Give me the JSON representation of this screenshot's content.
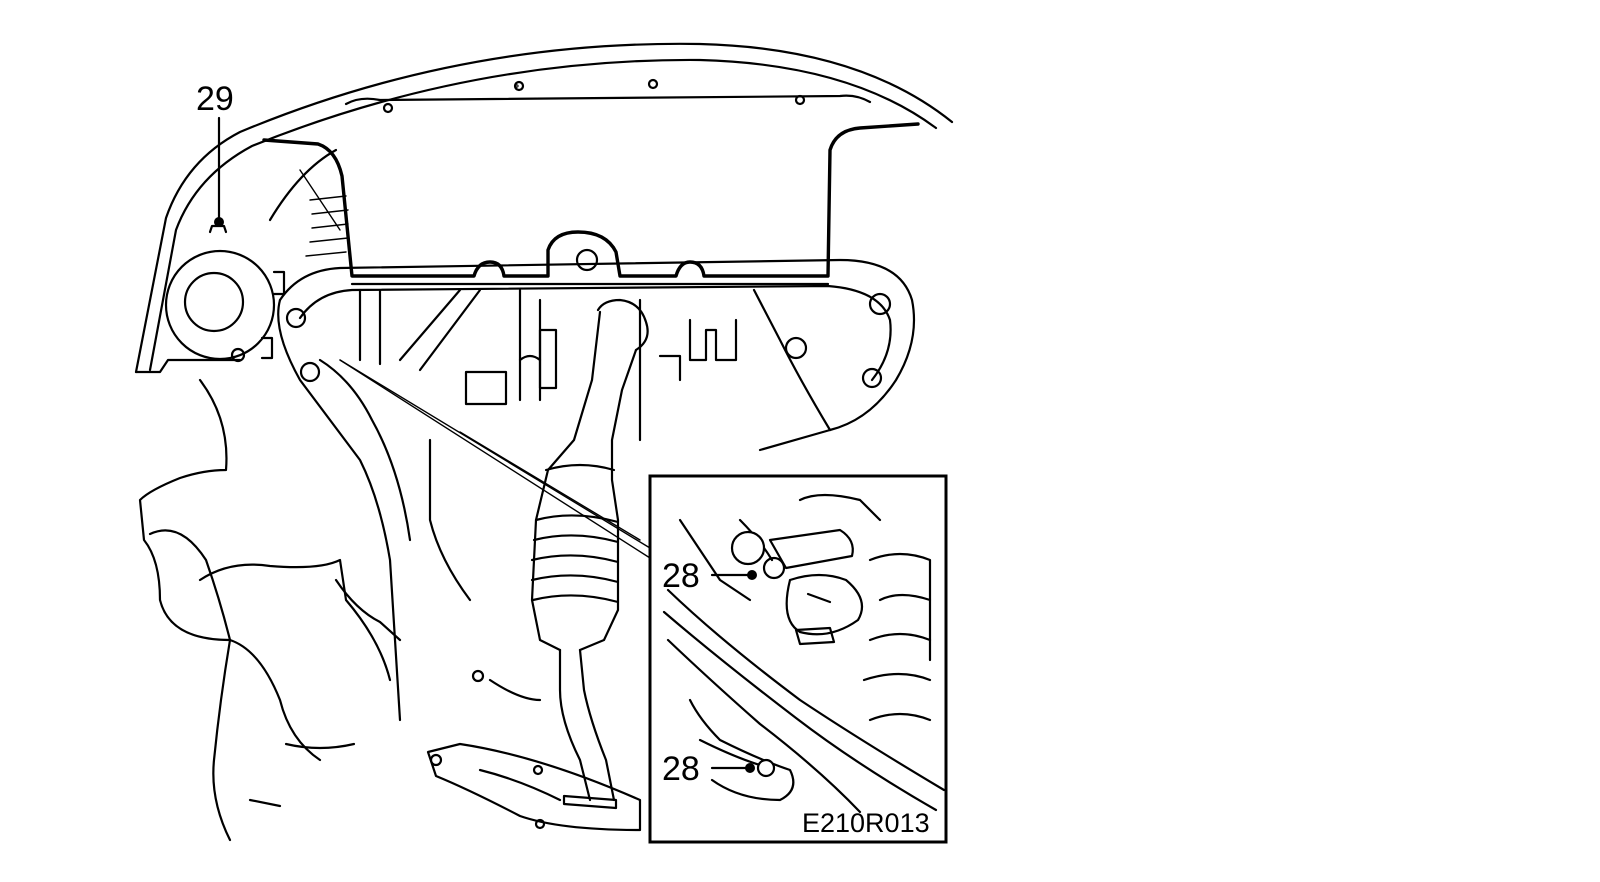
{
  "callouts": {
    "top_left": "29",
    "inset_upper": "28",
    "inset_lower": "28"
  },
  "figure_code": "E210R013",
  "colors": {
    "ink": "#000000",
    "paper": "#ffffff"
  }
}
